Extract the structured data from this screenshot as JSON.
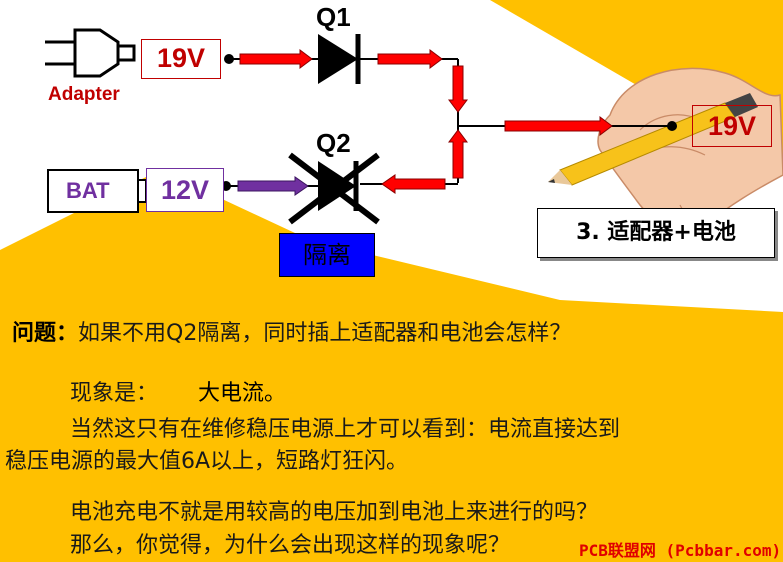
{
  "diagram": {
    "q1_label": "Q1",
    "q2_label": "Q2",
    "adapter_label": "Adapter",
    "adapter_voltage": "19V",
    "bat_label": "BAT",
    "bat_voltage": "12V",
    "output_voltage": "19V",
    "isolation_label": "隔离",
    "caption": "3. 适配器+电池"
  },
  "text": {
    "question_prefix": "问题：",
    "question_body": "如果不用Q2隔离，同时插上适配器和电池会怎样？",
    "phenomenon_prefix": "现象是：",
    "phenomenon_value": "大电流。",
    "line3": "当然这只有在维修稳压电源上才可以看到：电流直接达到",
    "line4": "稳压电源的最大值6A以上，短路灯狂闪。",
    "line5": "电池充电不就是用较高的电压加到电池上来进行的吗？",
    "line6": "那么，你觉得，为什么会出现这样的现象呢？",
    "watermark": "PCB联盟网 (Pcbbar.com)"
  },
  "colors": {
    "accent_red": "#c00000",
    "arrow_red": "#ff0000",
    "arrow_purple": "#7030a0",
    "bg_yellow": "#ffc000",
    "iso_blue": "#0000ff"
  }
}
